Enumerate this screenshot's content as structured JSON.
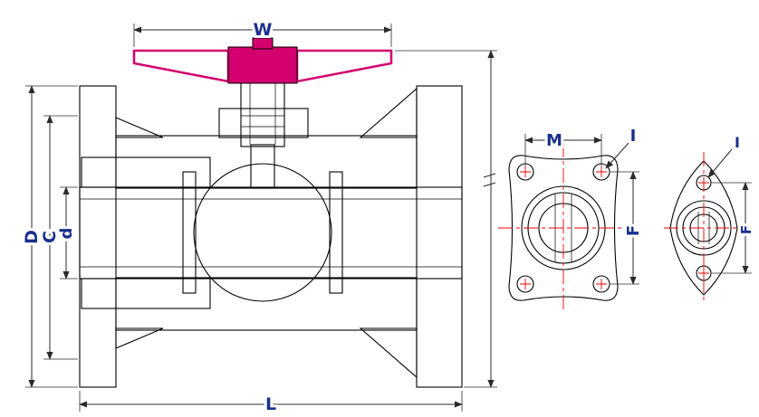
{
  "colors": {
    "body_hatch": "#f3e93b",
    "body_hatch_line": "#a9920f",
    "handle_magenta": "#d4006f",
    "ball_hatch_green": "#2f9e44",
    "seat_hatch_pink": "#ef9aa9",
    "dim_label_navy": "#1a2e8c",
    "centerline_red": "#e60000",
    "outline_black": "#000000"
  },
  "main_view": {
    "labels": {
      "handle_width": "W",
      "flange_outer_diameter": "D",
      "inner_diameter_c": "C",
      "bore_diameter": "d",
      "face_to_face_length": "L"
    }
  },
  "square_flange_view": {
    "labels": {
      "bolt_spacing_horizontal": "M",
      "bolt_hole": "I",
      "bolt_spacing_vertical": "F"
    }
  },
  "oval_flange_view": {
    "labels": {
      "bolt_hole": "I",
      "bolt_spacing_vertical": "F"
    }
  }
}
